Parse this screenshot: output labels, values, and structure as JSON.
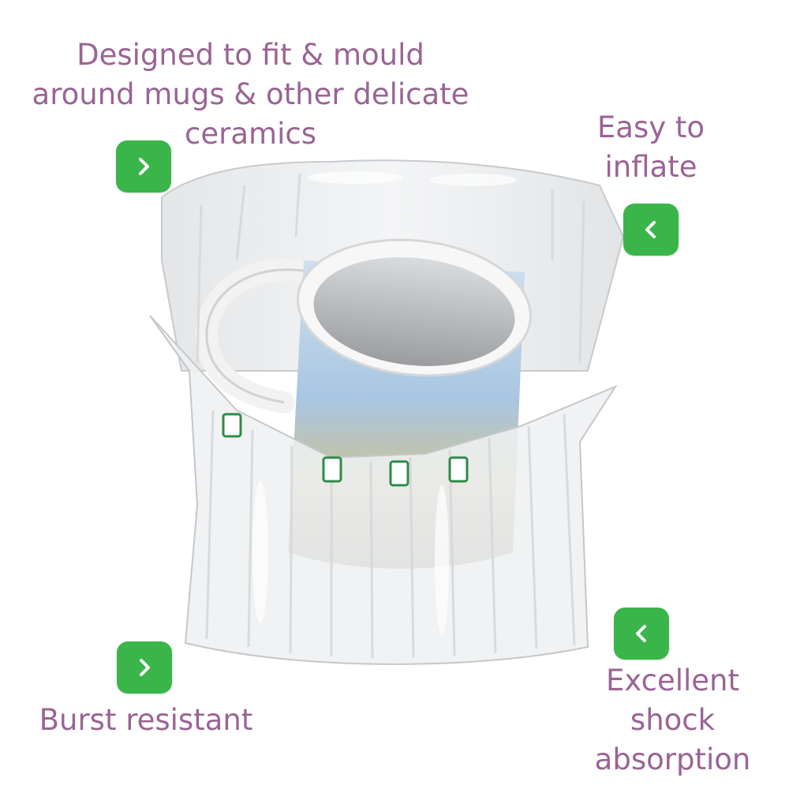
{
  "captions": {
    "top_left": "Designed to fit & mould\naround mugs & other delicate\nceramics",
    "top_right": "Easy to\ninflate",
    "bottom_left": "Burst resistant",
    "bottom_right": "Excellent\nshock\nabsorption"
  },
  "buttons": {
    "btn1_icon": "chevron-right-icon",
    "btn2_icon": "chevron-left-icon",
    "btn3_icon": "chevron-right-icon",
    "btn4_icon": "chevron-left-icon"
  },
  "colors": {
    "caption": "#9a6494",
    "button": "#3ab54a",
    "background": "#ffffff"
  }
}
